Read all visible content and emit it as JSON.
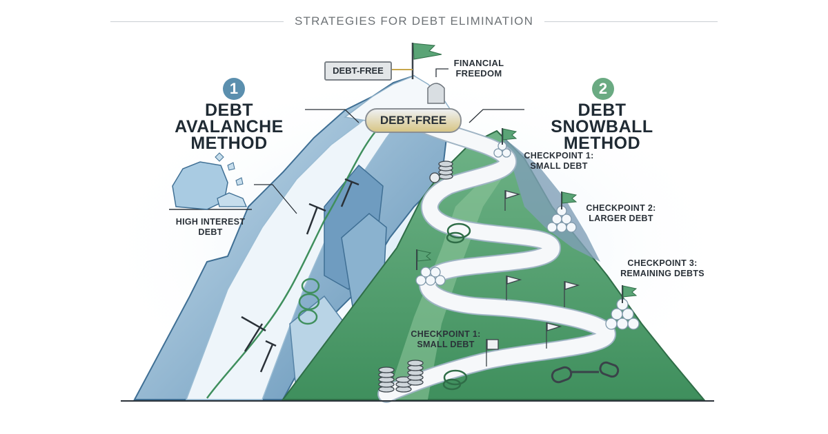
{
  "title": "STRATEGIES FOR DEBT ELIMINATION",
  "avalanche": {
    "number": "1",
    "title_line1": "DEBT AVALANCHE",
    "title_line2": "METHOD",
    "color": "#5b8fae"
  },
  "snowball": {
    "number": "2",
    "title_line1": "DEBT SNOWBALL",
    "title_line2": "METHOD",
    "color": "#6aaa82"
  },
  "summit": {
    "debt_free_tag": "DEBT-FREE",
    "debt_free_banner": "DEBT-FREE",
    "freedom_line1": "FINANCIAL",
    "freedom_line2": "FREEDOM"
  },
  "high_interest": {
    "line1": "HIGH INTEREST",
    "line2": "DEBT"
  },
  "checkpoints": [
    {
      "line1": "CHECKPOINT 1:",
      "line2": "SMALL DEBT"
    },
    {
      "line1": "CHECKPOINT 2:",
      "line2": "LARGER DEBT"
    },
    {
      "line1": "CHECKPOINT 3:",
      "line2": "REMAINING DEBTS"
    },
    {
      "line1": "CHECKPOINT 1:",
      "line2": "SMALL DEBT"
    }
  ],
  "colors": {
    "ice_dark": "#4f7ea3",
    "ice_mid": "#8db6d2",
    "ice_light": "#dbeaf4",
    "grass_dark": "#3f8f5d",
    "grass_light": "#8cc59a",
    "path": "#f4f6f8",
    "ink": "#1f2a33"
  }
}
